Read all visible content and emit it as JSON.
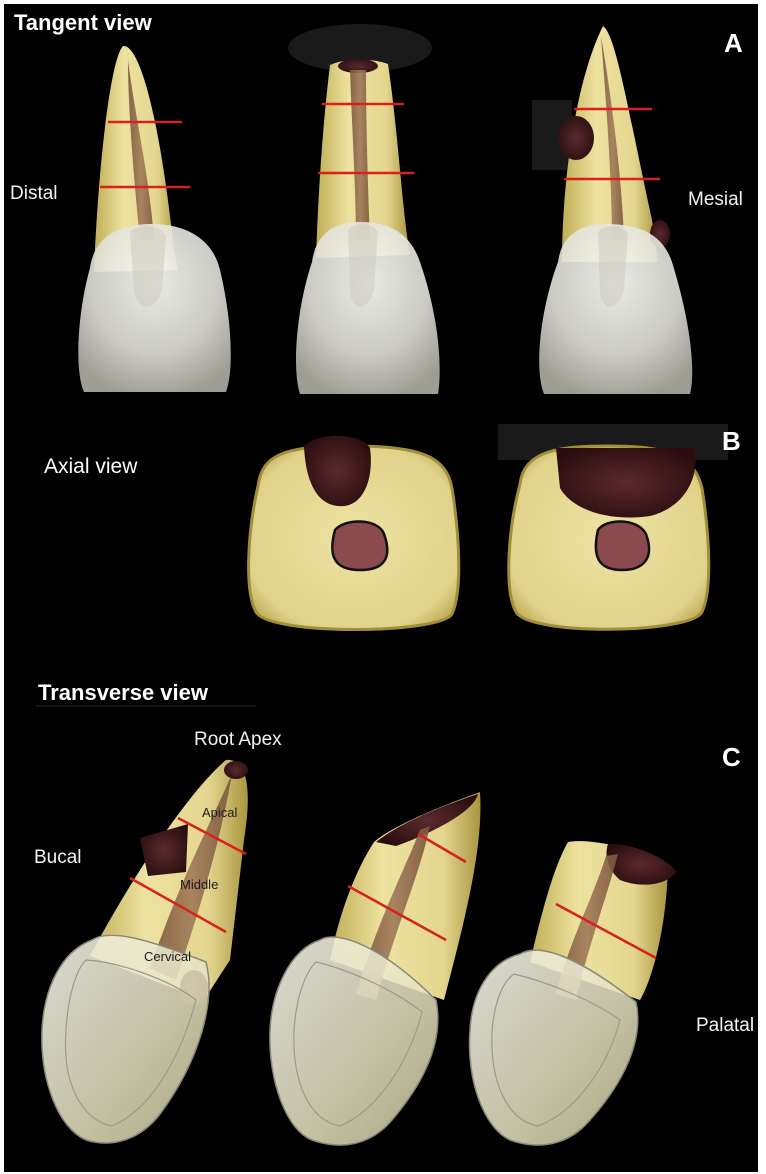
{
  "headings": {
    "tangent": "Tangent  view",
    "axial": "Axial view",
    "transverse": "Transverse view"
  },
  "panels": {
    "a": "A",
    "b": "B",
    "c": "C"
  },
  "sides": {
    "distal": "Distal",
    "mesial": "Mesial",
    "bucal": "Bucal",
    "palatal": "Palatal",
    "root_apex": "Root  Apex"
  },
  "zones": {
    "apical": "Apical",
    "middle": "Middle",
    "cervical": "Cervical"
  },
  "colors": {
    "background": "#000000",
    "frame": "#ffffff",
    "root": "#e3d58e",
    "canal": "#8a6448",
    "crown": "#e8e8e2",
    "lesion": "#4a1a1e",
    "section_line": "#d8201c",
    "label": "#ffffff"
  }
}
